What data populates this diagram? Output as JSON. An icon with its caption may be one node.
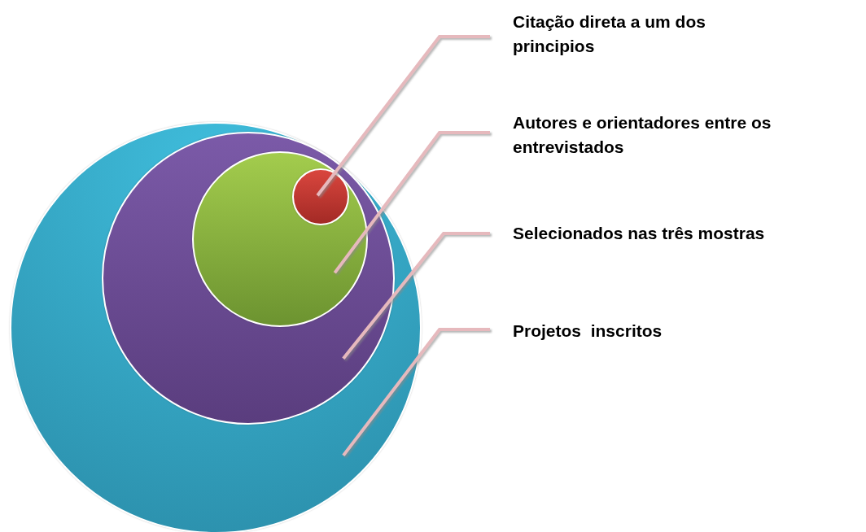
{
  "diagram": {
    "nodes": [
      {
        "text": [],
        "shape": "circle"
      },
      {
        "text": [],
        "shape": "circle",
        "in": 0
      },
      {
        "text": [],
        "shape": "circle",
        "in": 1
      },
      {
        "text": [],
        "shape": "circle",
        "in": 2
      },
      {
        "text": [
          "Citação direta a um dos principios"
        ]
      },
      {
        "text": [
          "Autores e orientadores entre os entrevistados"
        ]
      },
      {
        "text": [
          "Selecionados nas três mostras"
        ]
      },
      {
        "text": [
          "Projetos  inscritos"
        ]
      }
    ],
    "edges": [
      {
        "from": 4,
        "to": 3,
        "arrow": "none"
      },
      {
        "from": 5,
        "to": 2,
        "arrow": "none"
      },
      {
        "from": 6,
        "to": 1,
        "arrow": "none"
      },
      {
        "from": 7,
        "to": 0,
        "arrow": "none"
      }
    ]
  }
}
